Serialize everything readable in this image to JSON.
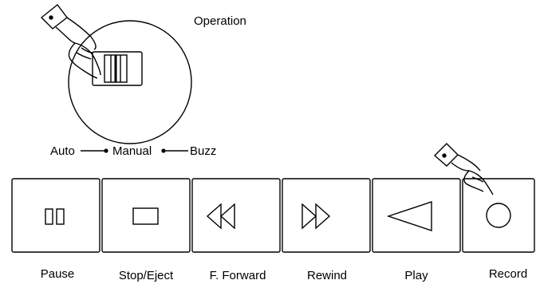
{
  "switch": {
    "title": "Operation",
    "mode_labels": [
      "Auto",
      "Manual",
      "Buzz"
    ]
  },
  "buttons": [
    {
      "label": "Pause",
      "icon": "pause-icon"
    },
    {
      "label": "Stop/Eject",
      "icon": "stop-icon"
    },
    {
      "label": "F. Forward",
      "icon": "double-left-arrow-icon"
    },
    {
      "label": "Rewind",
      "icon": "double-right-arrow-icon"
    },
    {
      "label": "Play",
      "icon": "left-triangle-icon"
    },
    {
      "label": "Record",
      "icon": "circle-icon"
    }
  ],
  "colors": {
    "line": "#000000",
    "background": "#ffffff"
  }
}
